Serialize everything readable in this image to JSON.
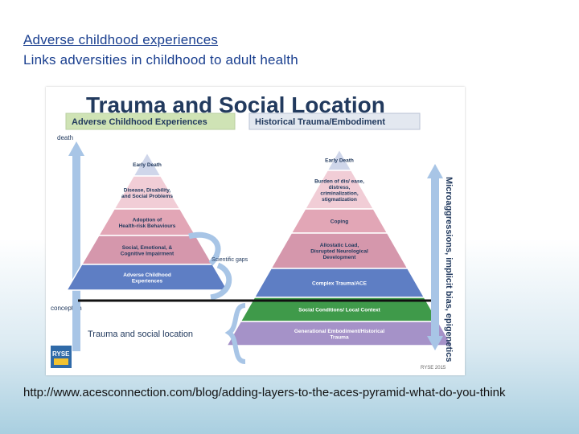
{
  "slide": {
    "title": "Adverse childhood experiences",
    "subtitle": "Links adversities in childhood to adult health",
    "source_url": "http://www.acesconnection.com/blog/adding-layers-to-the-aces-pyramid-what-do-you-think"
  },
  "figure": {
    "title": "Trauma and Social Location",
    "left_header": "Adverse Childhood Experiences",
    "right_header": "Historical Trauma/Embodiment",
    "left_top_label": "death",
    "left_bottom_label": "conception",
    "scientific_gaps": "Scientific gaps",
    "bottom_caption": "Trauma and social location",
    "logo_text": "RYSE",
    "credit": "RYSE 2015",
    "side_text": "Microaggressions, implicit bias, epigenetics",
    "left_pyramid": [
      {
        "label": "Early Death",
        "color": "#cfd6ea"
      },
      {
        "label": "Disease, Disability, and Social Problems",
        "color": "#f1cdd6"
      },
      {
        "label": "Adoption of Health-risk Behaviours",
        "color": "#e2a6b6"
      },
      {
        "label": "Social, Emotional, & Cognitive Impairment",
        "color": "#d597ac"
      },
      {
        "label": "Adverse Childhood Experiences",
        "color": "#5e7ec4"
      }
    ],
    "right_pyramid": [
      {
        "label": "Early Death",
        "color": "#cfd6ea"
      },
      {
        "label": "Burden of dis/ ease, distress, criminalization, stigmatization",
        "color": "#f1cdd6"
      },
      {
        "label": "Coping",
        "color": "#e2a6b6"
      },
      {
        "label": "Allostatic Load, Disrupted Neurological Development",
        "color": "#d597ac"
      },
      {
        "label": "Complex Trauma/ACE",
        "color": "#5e7ec4"
      },
      {
        "label": "Social Conditions/ Local Context",
        "color": "#3f9a4a"
      },
      {
        "label": "Generational Embodiment/Historical Trauma",
        "color": "#a592c8"
      }
    ],
    "colors": {
      "arrow": "#a8c5e6",
      "header_box": "#cfe3b5",
      "right_header_box": "#e3e8f0",
      "divider": "#111111",
      "bracket": "#a8c5e6"
    }
  }
}
